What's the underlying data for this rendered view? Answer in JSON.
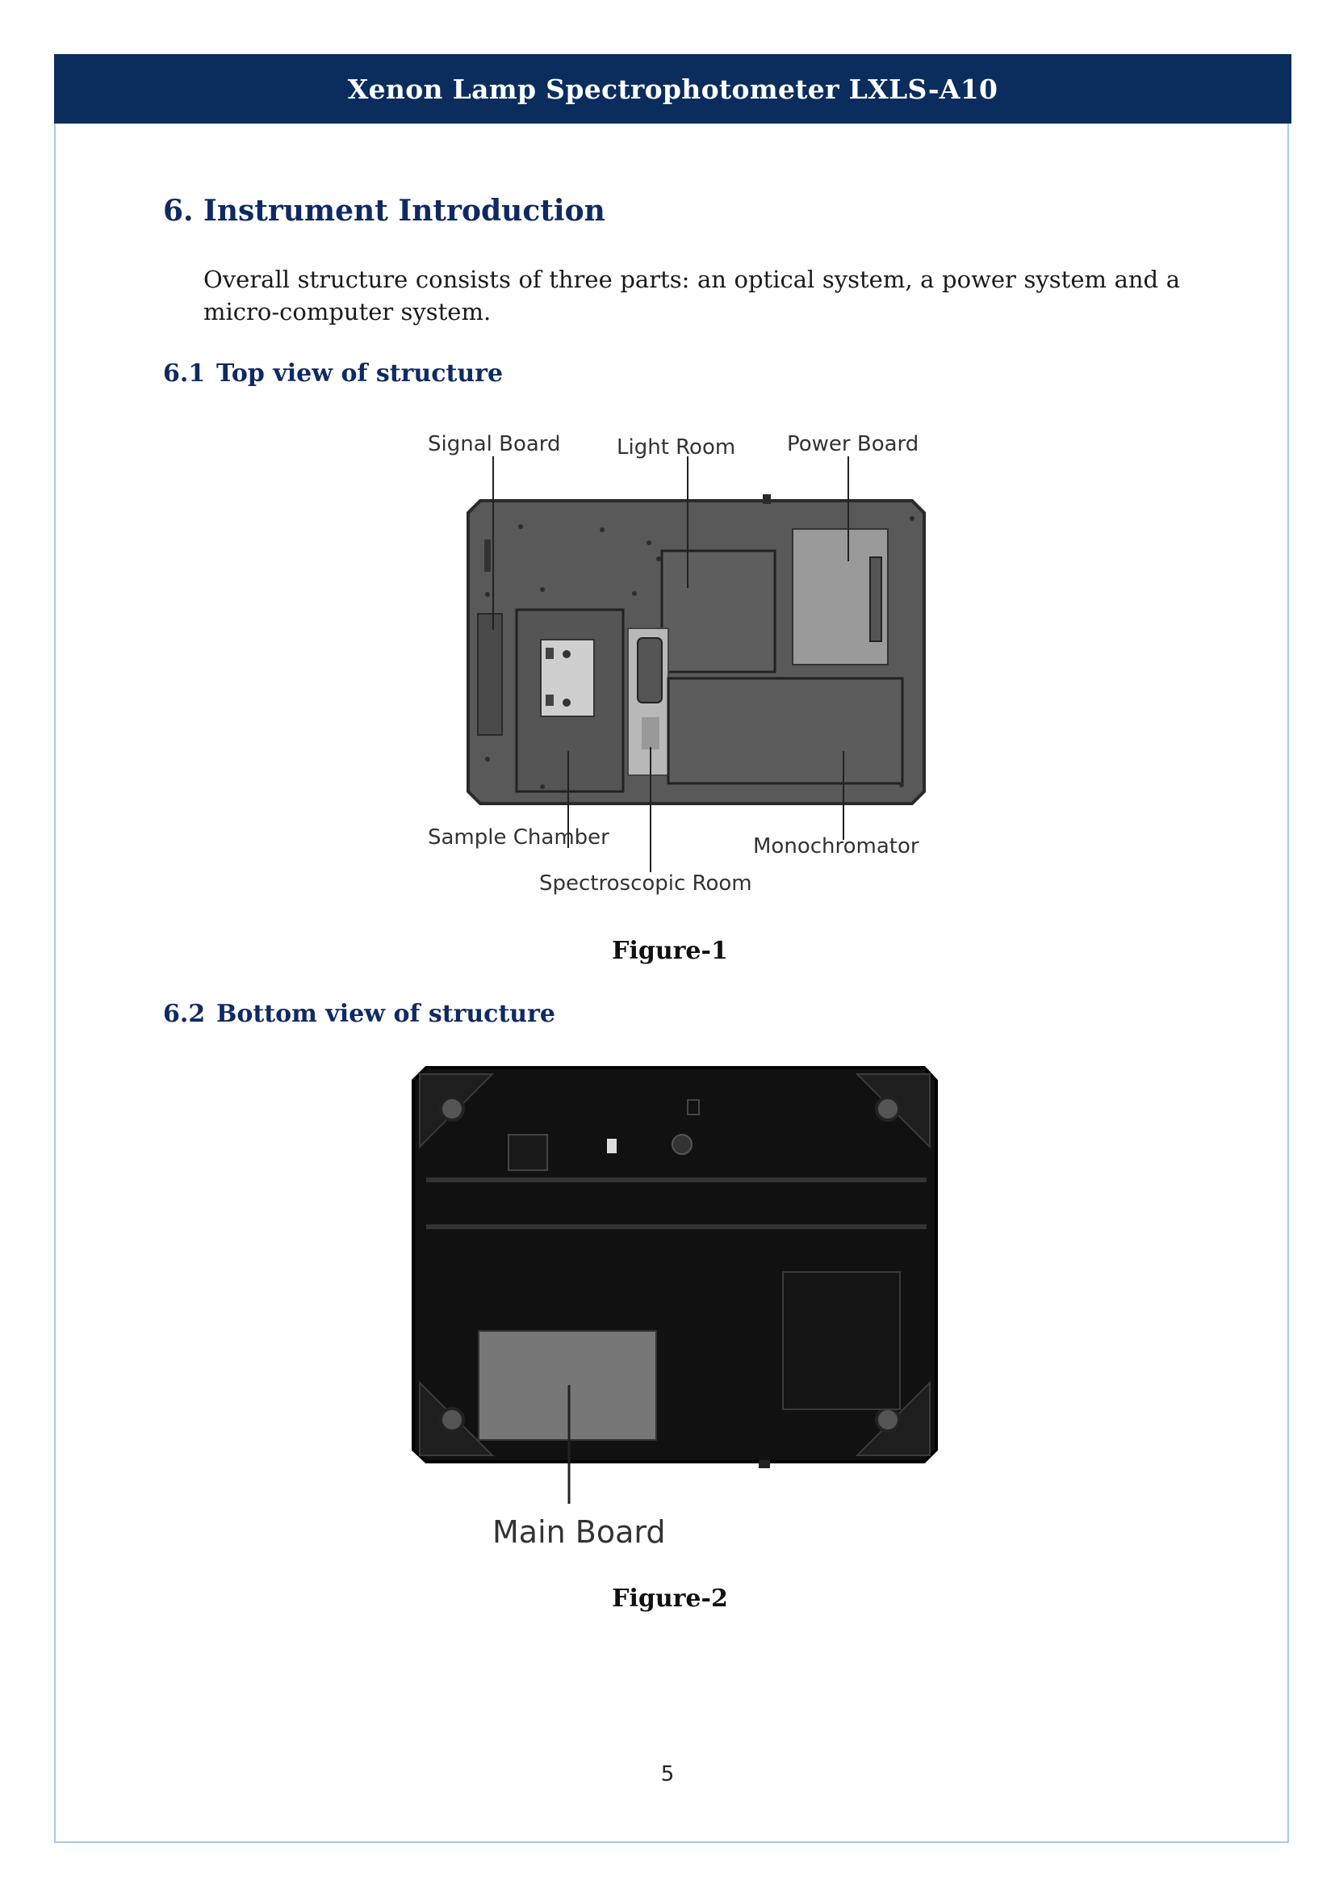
{
  "header": {
    "title": "Xenon Lamp Spectrophotometer LXLS-A10"
  },
  "section": {
    "number": "6.",
    "title": "Instrument Introduction",
    "intro": "Overall structure consists of three parts: an optical system, a power system and a micro-computer system."
  },
  "subsections": [
    {
      "number": "6.1",
      "title": "Top view of structure",
      "caption": "Figure-1",
      "labels": {
        "signal_board": "Signal Board",
        "light_room": "Light Room",
        "power_board": "Power Board",
        "sample_chamber": "Sample Chamber",
        "spectroscopic_room": "Spectroscopic Room",
        "monochromator": "Monochromator"
      }
    },
    {
      "number": "6.2",
      "title": "Bottom view of structure",
      "caption": "Figure-2",
      "labels": {
        "main_board": "Main Board"
      }
    }
  ],
  "footer": {
    "page_number": "5"
  }
}
